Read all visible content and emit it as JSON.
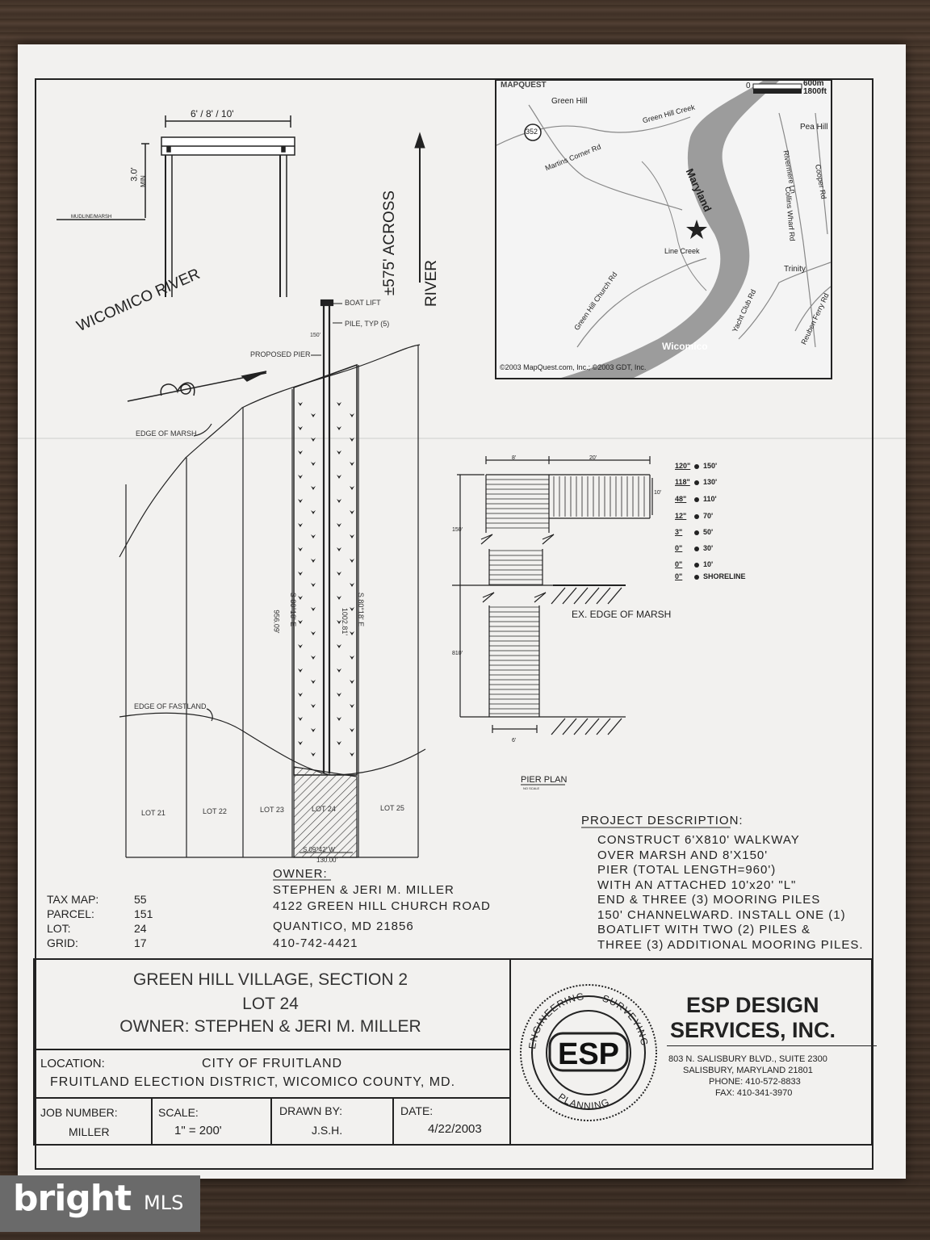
{
  "cross_section": {
    "width_label": "6' / 8' / 10'",
    "height_label": "3.0'",
    "min_label": "MIN",
    "mudline_label": "MUDLINE/MARSH"
  },
  "river": {
    "name": "WICOMICO RIVER",
    "across_label": "±575' ACROSS",
    "across_label_2": "RIVER"
  },
  "site_labels": {
    "boat_lift": "BOAT LIFT",
    "pile": "PILE, TYP (5)",
    "proposed_pier": "PROPOSED PIER",
    "pier_length_150": "150'",
    "edge_of_marsh": "EDGE OF MARSH",
    "edge_of_fastland": "EDGE OF FASTLAND",
    "bearing_left": "S 80°18' E",
    "dist_left": "956.09'",
    "bearing_right": "S 80°18' E",
    "dist_right": "1002.81'",
    "bottom_bearing": "S 09°42' W",
    "bottom_dist": "130.00'",
    "lots": [
      "LOT 21",
      "LOT 22",
      "LOT 23",
      "LOT 24",
      "LOT 25"
    ]
  },
  "map": {
    "scale_0": "0",
    "scale_600m": "600m",
    "scale_1800ft": "1800ft",
    "brand": "MAPQUEST",
    "copyright": "©2003 MapQuest.com, Inc.; ©2003 GDT, Inc.",
    "labels": {
      "green_hill": "Green Hill",
      "route": "352",
      "martins": "Martins Corner Rd",
      "green_hill_creek": "Green Hill Creek",
      "pea_hill": "Pea Hill",
      "maryland": "Maryland",
      "rivermere": "Rivermere Ln",
      "cooper": "Cooper Rd",
      "collins": "Collins Wharf Rd",
      "line_creek": "Line Creek",
      "green_hill_church": "Green Hill Church Rd",
      "trinity": "Trinity",
      "yacht": "Yacht Club Rd",
      "reuben": "Reuben Ferry Rd",
      "wicomico": "Wicomico"
    }
  },
  "pier_plan": {
    "dim_8": "8'",
    "dim_20": "20'",
    "dim_10": "10'",
    "dim_150": "150'",
    "dim_810": "810'",
    "dim_6": "6'",
    "marsh_label": "EX. EDGE OF MARSH",
    "title": "PIER PLAN",
    "no_scale": "NO SCALE",
    "depths": [
      {
        "depth": "120\"",
        "at": "150'"
      },
      {
        "depth": "118\"",
        "at": "130'"
      },
      {
        "depth": "48\"",
        "at": "110'"
      },
      {
        "depth": "12\"",
        "at": "70'"
      },
      {
        "depth": "3\"",
        "at": "50'"
      },
      {
        "depth": "0\"",
        "at": "30'"
      },
      {
        "depth": "0\"",
        "at": "10'"
      },
      {
        "depth": "0\"",
        "at": "SHORELINE"
      }
    ]
  },
  "project": {
    "heading": "PROJECT DESCRIPTION:",
    "lines": [
      "CONSTRUCT 6'X810' WALKWAY",
      "OVER MARSH AND 8'X150'",
      "PIER (TOTAL LENGTH=960')",
      "WITH AN ATTACHED 10'x20' \"L\"",
      "END & THREE (3) MOORING PILES",
      "150' CHANNELWARD.  INSTALL ONE (1)",
      "BOATLIFT WITH TWO (2) PILES &",
      "THREE (3) ADDITIONAL MOORING PILES."
    ]
  },
  "owner": {
    "heading": "OWNER:",
    "name": "STEPHEN & JERI M. MILLER",
    "street": "4122 GREEN HILL CHURCH ROAD",
    "city": "QUANTICO, MD  21856",
    "phone": "410-742-4421"
  },
  "tax": {
    "rows": [
      {
        "label": "TAX MAP:",
        "value": "55"
      },
      {
        "label": "PARCEL:",
        "value": "151"
      },
      {
        "label": "LOT:",
        "value": "24"
      },
      {
        "label": "GRID:",
        "value": "17"
      }
    ]
  },
  "title_block": {
    "line1": "GREEN HILL VILLAGE, SECTION 2",
    "line2": "LOT 24",
    "line3": "OWNER:  STEPHEN & JERI M. MILLER",
    "location_label": "LOCATION:",
    "location_city": "CITY OF FRUITLAND",
    "location_district": "FRUITLAND ELECTION DISTRICT, WICOMICO COUNTY, MD.",
    "job_label": "JOB NUMBER:",
    "job_value": "MILLER",
    "scale_label": "SCALE:",
    "scale_value": "1\"  =  200'",
    "drawn_label": "DRAWN BY:",
    "drawn_value": "J.S.H.",
    "date_label": "DATE:",
    "date_value": "4/22/2003"
  },
  "company": {
    "seal_center": "ESP",
    "seal_top_left": "ENGINEERING",
    "seal_top_right": "SURVEYING",
    "seal_bottom": "PLANNING",
    "name1": "ESP DESIGN",
    "name2": "SERVICES, INC.",
    "address1": "803 N. SALISBURY BLVD., SUITE 2300",
    "address2": "SALISBURY, MARYLAND 21801",
    "phone": "PHONE:  410-572-8833",
    "fax": "FAX:  410-341-3970"
  },
  "watermark": {
    "brand": "bright",
    "suffix": "MLS"
  }
}
